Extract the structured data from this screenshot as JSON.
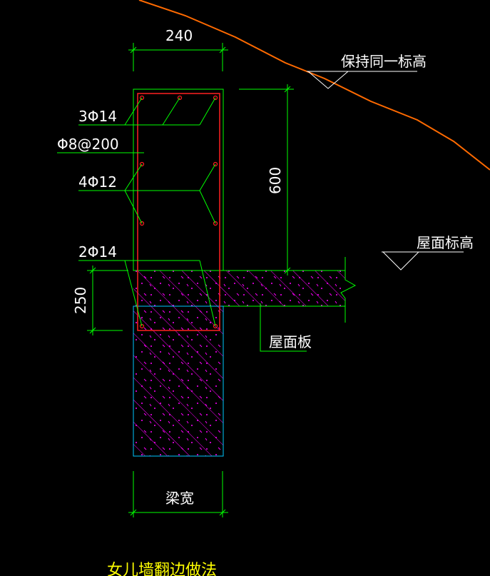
{
  "colors": {
    "background": "#000000",
    "dimension": "#00ff00",
    "rebar": "#ff2020",
    "concrete_hatch": "#ff00ff",
    "beam_outline": "#00c8ff",
    "terrain_line": "#ff6a00",
    "text": "#ffffff",
    "title": "#ffff00"
  },
  "labels": {
    "width_top": "240",
    "height_parapet": "600",
    "slab_depth": "250",
    "rebar_top": "3Φ14",
    "stirrup": "Φ8@200",
    "rebar_side": "4Φ12",
    "rebar_bottom": "2Φ14",
    "level_keep": "保持同一标高",
    "level_roof": "屋面标高",
    "roof_slab": "屋面板",
    "beam_width": "梁宽",
    "title": "女儿墙翻边做法"
  },
  "icons": {
    "level_marker": "elevation-triangle-icon",
    "break_line": "break-line-icon"
  }
}
